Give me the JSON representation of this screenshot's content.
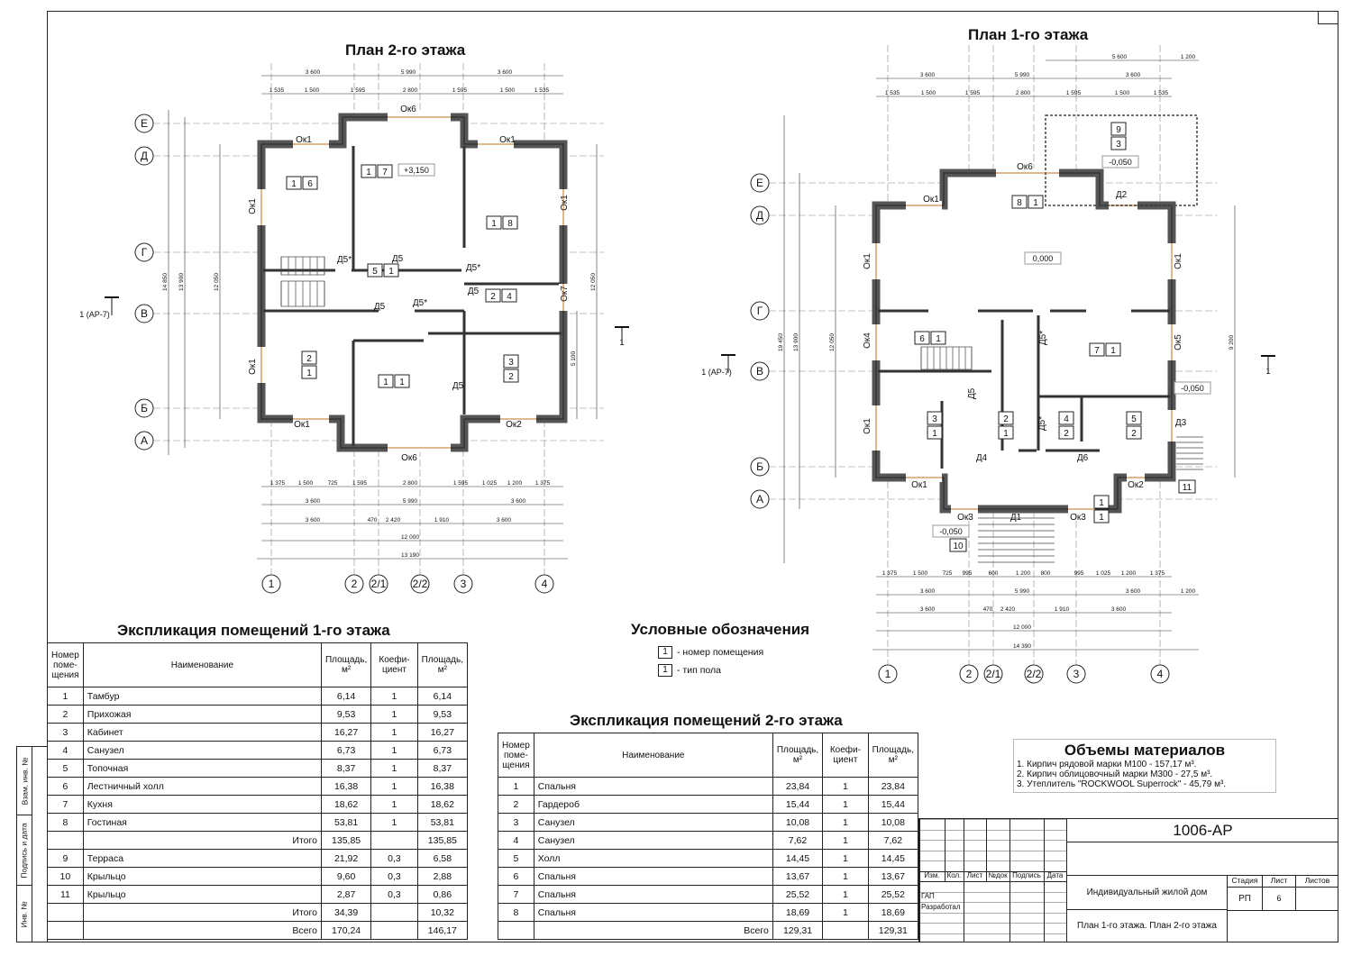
{
  "plan2": {
    "title": "План 2-го этажа",
    "axes_v": [
      "1",
      "2",
      "2/1",
      "2/2",
      "3",
      "4"
    ],
    "axes_h": [
      "Е",
      "Д",
      "Г",
      "В",
      "Б",
      "А"
    ],
    "level": "+3,150",
    "tags": [
      [
        "1",
        "6"
      ],
      [
        "1",
        "7"
      ],
      [
        "1",
        "8"
      ],
      [
        "5",
        "1"
      ],
      [
        "2",
        "4"
      ],
      [
        "2",
        "1"
      ],
      [
        "1",
        "1"
      ],
      [
        "3",
        "2"
      ]
    ],
    "openings": [
      "Ок6",
      "Ок1",
      "Ок1",
      "Ок1",
      "Ок1",
      "Ок1",
      "Ок7",
      "Ок1",
      "Ок2",
      "Ок6",
      "Д5*",
      "Д5",
      "Д5*",
      "Д5",
      "Д5",
      "Д5*",
      "Д5"
    ],
    "dims_top1": [
      "3 600",
      "5 990",
      "3 600"
    ],
    "dims_top2": [
      "1 535",
      "1 500",
      "1 595",
      "2 800",
      "1 595",
      "1 500",
      "1 535"
    ],
    "dims_bot1": [
      "1 375",
      "1 500",
      "725",
      "1 595",
      "2 800",
      "1 595",
      "1 025",
      "1 200",
      "1 375"
    ],
    "dims_bot2": [
      "3 600",
      "5 990",
      "3 600"
    ],
    "dims_bot3": [
      "3 600",
      "470",
      "2 420",
      "1 910",
      "3 600"
    ],
    "dims_bot4": [
      "12 000"
    ],
    "dims_bot5": [
      "13 190"
    ],
    "dims_left": [
      "14 850",
      "13 900",
      "12 050"
    ],
    "dims_right": [
      "12 050",
      "5 100"
    ],
    "section_left": "1 (АР-7)",
    "section_right": "1"
  },
  "plan1": {
    "title": "План 1-го этажа",
    "axes_v": [
      "1",
      "2",
      "2/1",
      "2/2",
      "3",
      "4"
    ],
    "axes_h": [
      "Е",
      "Д",
      "Г",
      "В",
      "Б",
      "А"
    ],
    "level": "0,000",
    "terrace_level": "-0,050",
    "porch_level": "-0,050",
    "side_porch_level": "-0,050",
    "tags": [
      [
        "8",
        "1"
      ],
      [
        "9",
        "3"
      ],
      [
        "6",
        "1"
      ],
      [
        "7",
        "1"
      ],
      [
        "3",
        "1"
      ],
      [
        "2",
        "1"
      ],
      [
        "4",
        "2"
      ],
      [
        "5",
        "2"
      ],
      [
        "1",
        "1"
      ]
    ],
    "single_tags": [
      "10",
      "11"
    ],
    "openings": [
      "Ок6",
      "Ок1",
      "Д2",
      "Ок1",
      "Ок4",
      "Ок1",
      "Ок1",
      "Ок5",
      "Д3",
      "Ок1",
      "Ок2",
      "Ок3",
      "Ок3",
      "Д1",
      "Д4",
      "Д6",
      "Д5",
      "Д5*",
      "Д5*"
    ],
    "dims_top0": [
      "5 600",
      "1 200"
    ],
    "dims_top1": [
      "3 600",
      "5 990",
      "3 600"
    ],
    "dims_top2": [
      "1 535",
      "1 500",
      "1 595",
      "2 800",
      "1 595",
      "1 500",
      "1 535"
    ],
    "dims_bot1": [
      "1 375",
      "1 500",
      "725",
      "995",
      "600",
      "1 200",
      "800",
      "995",
      "1 025",
      "1 200",
      "1 375"
    ],
    "dims_bot2": [
      "3 600",
      "5 990",
      "3 600",
      "1 200"
    ],
    "dims_bot3": [
      "3 600",
      "470",
      "2 420",
      "1 910",
      "3 600"
    ],
    "dims_bot4": [
      "12 000"
    ],
    "dims_bot5": [
      "14 390"
    ],
    "dims_left": [
      "19 450",
      "13 900",
      "12 050"
    ],
    "dims_right": [
      "9 200"
    ],
    "section_left": "1 (АР-7)",
    "section_right": "1"
  },
  "table1": {
    "title": "Экспликация помещений 1-го этажа",
    "headers": [
      "Номер\nпоме-\nщения",
      "Наименование",
      "Площадь,\nм²",
      "Коефи-\nциент",
      "Площадь,\nм²"
    ],
    "rows": [
      [
        "1",
        "Тамбур",
        "6,14",
        "1",
        "6,14"
      ],
      [
        "2",
        "Прихожая",
        "9,53",
        "1",
        "9,53"
      ],
      [
        "3",
        "Кабинет",
        "16,27",
        "1",
        "16,27"
      ],
      [
        "4",
        "Санузел",
        "6,73",
        "1",
        "6,73"
      ],
      [
        "5",
        "Топочная",
        "8,37",
        "1",
        "8,37"
      ],
      [
        "6",
        "Лестничный холл",
        "16,38",
        "1",
        "16,38"
      ],
      [
        "7",
        "Кухня",
        "18,62",
        "1",
        "18,62"
      ],
      [
        "8",
        "Гостиная",
        "53,81",
        "1",
        "53,81"
      ],
      [
        "",
        "Итого",
        "135,85",
        "",
        "135,85"
      ],
      [
        "9",
        "Терраса",
        "21,92",
        "0,3",
        "6,58"
      ],
      [
        "10",
        "Крыльцо",
        "9,60",
        "0,3",
        "2,88"
      ],
      [
        "11",
        "Крыльцо",
        "2,87",
        "0,3",
        "0,86"
      ],
      [
        "",
        "Итого",
        "34,39",
        "",
        "10,32"
      ],
      [
        "",
        "Всего",
        "170,24",
        "",
        "146,17"
      ]
    ]
  },
  "table2": {
    "title": "Экспликация помещений 2-го этажа",
    "headers": [
      "Номер\nпоме-\nщения",
      "Наименование",
      "Площадь,\nм²",
      "Коефи-\nциент",
      "Площадь,\nм²"
    ],
    "rows": [
      [
        "1",
        "Спальня",
        "23,84",
        "1",
        "23,84"
      ],
      [
        "2",
        "Гардероб",
        "15,44",
        "1",
        "15,44"
      ],
      [
        "3",
        "Санузел",
        "10,08",
        "1",
        "10,08"
      ],
      [
        "4",
        "Санузел",
        "7,62",
        "1",
        "7,62"
      ],
      [
        "5",
        "Холл",
        "14,45",
        "1",
        "14,45"
      ],
      [
        "6",
        "Спальня",
        "13,67",
        "1",
        "13,67"
      ],
      [
        "7",
        "Спальня",
        "25,52",
        "1",
        "25,52"
      ],
      [
        "8",
        "Спальня",
        "18,69",
        "1",
        "18,69"
      ],
      [
        "",
        "Всего",
        "129,31",
        "",
        "129,31"
      ]
    ]
  },
  "legend": {
    "title": "Условные обозначения",
    "items": [
      {
        "box": "1",
        "text": "- номер помещения"
      },
      {
        "box": "1",
        "text": "- тип пола"
      }
    ]
  },
  "materials": {
    "title": "Объемы материалов",
    "items": [
      "1. Кирпич рядовой марки М100 - 157,17 м³.",
      "2. Кирпич облицовочный марки М300 - 27,5 м³.",
      "3. Утеплитель \"ROCKWOOL Superrock\" - 45,79 м³."
    ]
  },
  "stamp": {
    "code": "1006-АР",
    "cols": [
      "Изм.",
      "Кол.",
      "Лист",
      "№док",
      "Подпись",
      "Дата"
    ],
    "roles": [
      "ГАП",
      "Разработал"
    ],
    "object": "Индивидуальный жилой дом",
    "sheet_title": "План 1-го этажа. План 2-го этажа",
    "stage_label": "Стадия",
    "sheet_label": "Лист",
    "sheets_label": "Листов",
    "stage": "РП",
    "sheet": "6"
  },
  "side_stamp": [
    "Взам. инв. №",
    "Подпись и дата",
    "Инв. №"
  ]
}
